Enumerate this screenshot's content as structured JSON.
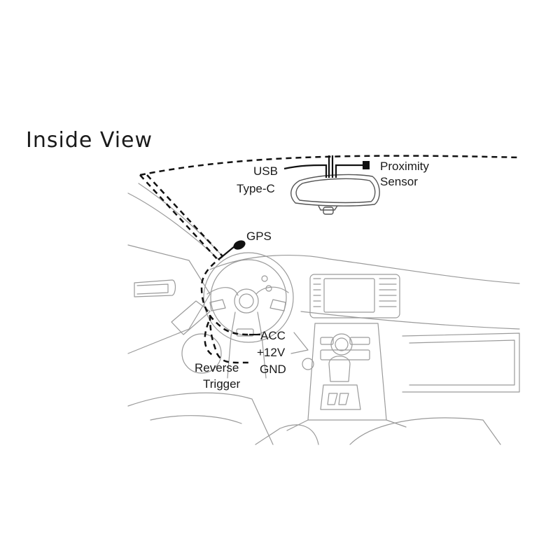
{
  "title": "Inside View",
  "labels": {
    "usb_line1": "USB",
    "usb_line2": "Type-C",
    "prox_line1": "Proximity",
    "prox_line2": "Sensor",
    "gps": "GPS",
    "acc": "ACC",
    "plus12v": "+12V",
    "gnd": "GND",
    "reverse_line1": "Reverse",
    "reverse_line2": "Trigger"
  }
}
